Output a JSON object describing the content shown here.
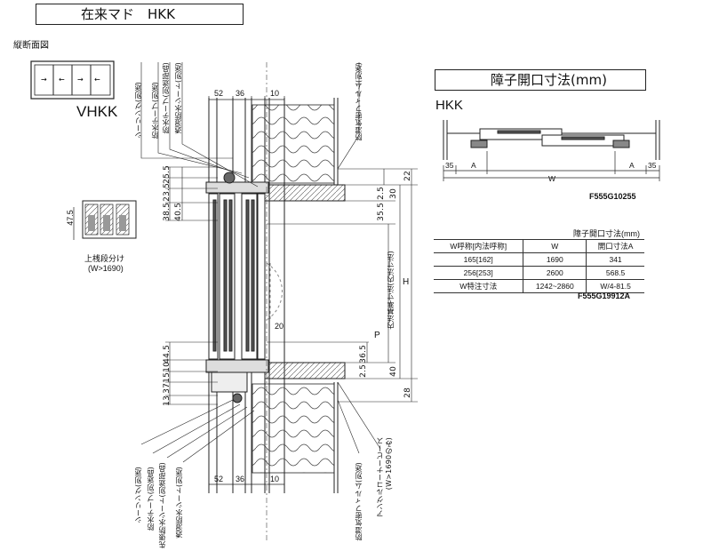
{
  "header": {
    "title": "在来マド　HKK"
  },
  "section": {
    "label": "縦断面図"
  },
  "model": {
    "name": "VHKK"
  },
  "detail": {
    "dim": "47.5",
    "caption1": "上桟段分け",
    "caption2": "(W>1690)"
  },
  "callouts_top": [
    "シーリング(別途)",
    "防水テープ(別途)",
    "防水テープ(別途部品)",
    "透湿防水シート(別途)",
    "防湿気密フィルム(別途)"
  ],
  "callouts_bottom": [
    "シーリング(別途)",
    "防水テープ(別途品)",
    "先張防水シート(別途部品)",
    "透湿防水シート(別途)",
    "防湿気密フィルム(別途)",
    "アングルコーナービース",
    "(W>1690のみ)"
  ],
  "dims_top": [
    "52",
    "36",
    "10"
  ],
  "dims_bottom": [
    "52",
    "36",
    "10"
  ],
  "dims_left_upper": [
    "25.5",
    "23.5",
    "38.5",
    "40.5"
  ],
  "dims_left_lower": [
    "44.5",
    "10",
    "15",
    "37",
    "13"
  ],
  "dims_right": [
    "22",
    "2.5",
    "35.5",
    "30",
    "20",
    "36.5",
    "2.5",
    "40",
    "28"
  ],
  "dim_labels": {
    "H": "H",
    "P": "P",
    "inner": "内法基準寸法(内法寸法)"
  },
  "opening": {
    "title": "障子開口寸法(mm)",
    "model": "HKK",
    "w_label": "W",
    "a_label": "A",
    "edge_dim": "35",
    "code": "F555G10255"
  },
  "table": {
    "unit": "障子開口寸法(mm)",
    "headers": [
      "W呼称[内法呼称]",
      "W",
      "開口寸法A"
    ],
    "rows": [
      [
        "165[162]",
        "1690",
        "341"
      ],
      [
        "256[253]",
        "2600",
        "568.5"
      ],
      [
        "W特注寸法",
        "1242~2860",
        "W/4-81.5"
      ]
    ],
    "code": "F555G19912A"
  }
}
